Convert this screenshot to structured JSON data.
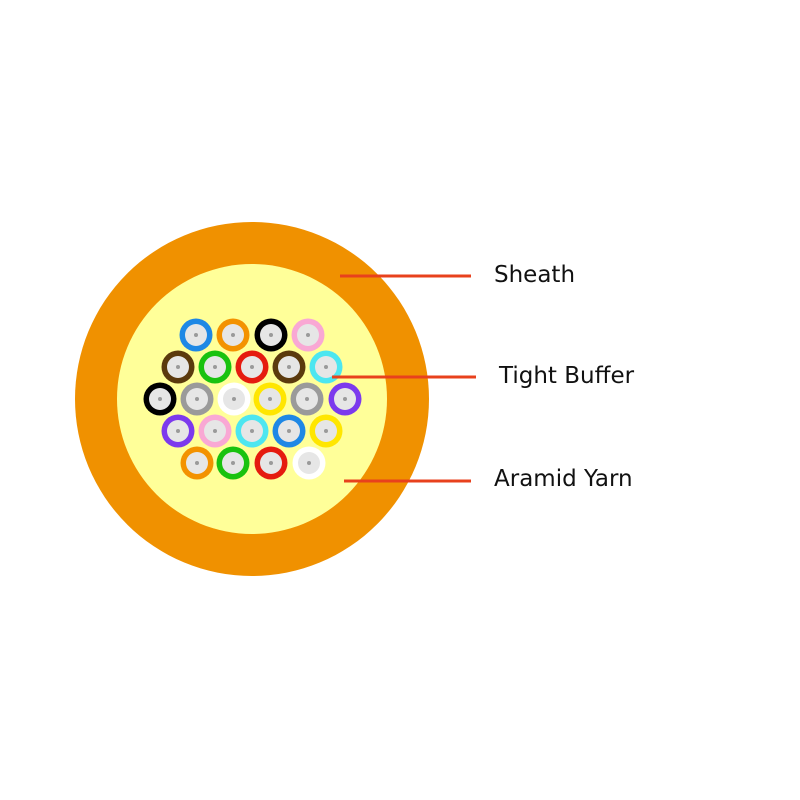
{
  "diagram": {
    "labels": {
      "sheath": "Sheath",
      "tight_buffer": "Tight Buffer",
      "aramid_yarn": "Aramid Yarn"
    },
    "colors": {
      "sheath": "#f09100",
      "aramid_yarn": "#ffff99",
      "fiber_core": "#e6e6e6",
      "core_dot": "#9a9a9a",
      "leader_line": "#e8411d"
    },
    "fiber_count": 24,
    "fiber_colors": [
      "#1e88e5",
      "#f39200",
      "#000000",
      "#f9a8d4",
      "#5b3a0d",
      "#19c20f",
      "#e51b0f",
      "#5b3a0d",
      "#4de6f0",
      "#000000",
      "#9a9a9a",
      "#ffffff",
      "#ffe600",
      "#9a9a9a",
      "#7c3aed",
      "#7c3aed",
      "#f9a8d4",
      "#4de6f0",
      "#1e88e5",
      "#ffe600",
      "#f39200",
      "#19c20f",
      "#e51b0f",
      "#ffffff"
    ]
  }
}
